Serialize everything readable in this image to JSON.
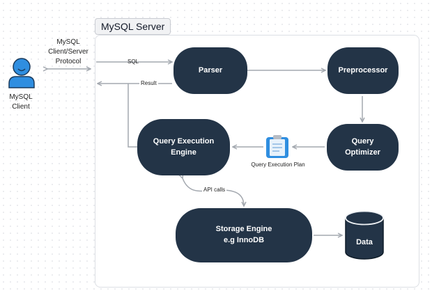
{
  "diagram": {
    "server_title": "MySQL Server",
    "client": {
      "label": "MySQL\nClient",
      "icon": "user-icon"
    },
    "protocol_label": "MySQL\nClient/Server\nProtocol",
    "edges": {
      "sql": "SQL",
      "result": "Result",
      "api_calls": "API calls"
    },
    "nodes": {
      "parser": "Parser",
      "preprocessor": "Preprocessor",
      "optimizer": "Query\nOptimizer",
      "engine": "Query Execution\nEngine",
      "storage": "Storage Engine\ne.g InnoDB",
      "data": "Data"
    },
    "plan": {
      "label": "Query Execution Plan",
      "icon": "clipboard-icon"
    },
    "colors": {
      "node": "#233447",
      "edge": "#a3a8af",
      "accent": "#2f8ee0"
    }
  }
}
